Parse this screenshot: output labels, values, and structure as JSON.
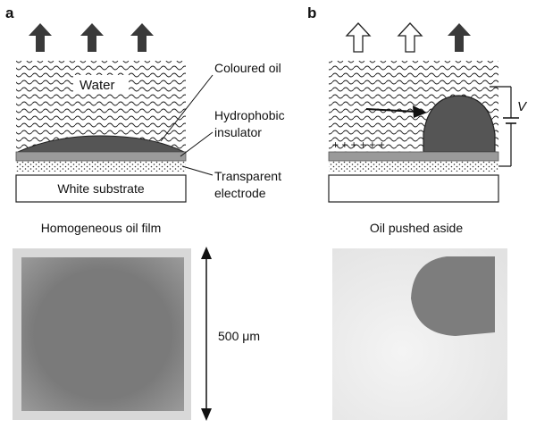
{
  "panel_a": {
    "letter": "a",
    "water_label": "Water",
    "coloured_oil_label": "Coloured oil",
    "insulator_label_line1": "Hydrophobic",
    "insulator_label_line2": "insulator",
    "electrode_label_line1": "Transparent",
    "electrode_label_line2": "electrode",
    "substrate_label": "White substrate",
    "caption": "Homogeneous oil film",
    "light_arrows": [
      "dark",
      "dark",
      "dark"
    ]
  },
  "panel_b": {
    "letter": "b",
    "voltage_label": "V",
    "charge_symbols": "+ + + + + +",
    "caption": "Oil pushed aside",
    "light_arrows": [
      "open",
      "open",
      "dark"
    ]
  },
  "scale": {
    "label": "500 μm"
  },
  "colors": {
    "oil": "#555555",
    "insulator": "#9a9a9a",
    "arrow_dark": "#3a3a3a",
    "photo_film": "#7d7d7d",
    "photo_background": "#eeeeee"
  }
}
